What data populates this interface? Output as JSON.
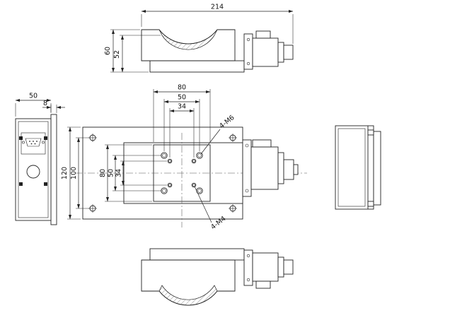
{
  "colors": {
    "background": "#ffffff",
    "line": "#222222"
  },
  "top_view": {
    "dim_overall_width": "214",
    "dim_overall_height": "60",
    "dim_surface_height": "52"
  },
  "front_view": {
    "dim_platform_width": "80",
    "dim_m6_span_h": "50",
    "dim_m4_span_h": "34",
    "dim_plate_height": "120",
    "dim_base_holes_v": "100",
    "dim_platform_height": "80",
    "dim_m6_span_v": "50",
    "dim_m4_span_v": "34",
    "label_m6": "4-M6",
    "label_m4": "4-M4"
  },
  "left_view": {
    "dim_width": "50",
    "dim_plate_thickness": "8"
  }
}
